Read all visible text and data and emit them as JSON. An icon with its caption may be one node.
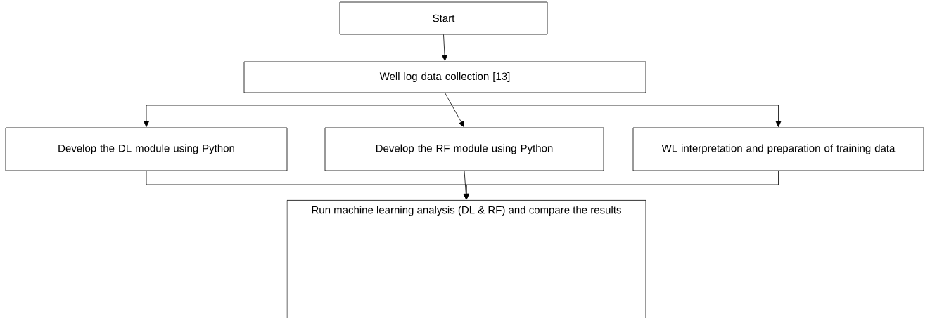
{
  "diagram": {
    "nodes": [
      {
        "text": [
          "Start"
        ]
      },
      {
        "text": [
          "Well log data collection [13]"
        ]
      },
      {
        "text": [
          "Develop the DL module using Python"
        ]
      },
      {
        "text": [
          "Develop the RF module using Python"
        ]
      },
      {
        "text": [
          "WL interpretation and preparation of training data"
        ]
      },
      {
        "text": [
          "Run machine learning analysis (DL & RF) and compare the results"
        ]
      }
    ],
    "edges": [
      {
        "from": 0,
        "to": 1,
        "arrow": "to"
      },
      {
        "from": 1,
        "to": 2,
        "arrow": "to"
      },
      {
        "from": 1,
        "to": 3,
        "arrow": "to"
      },
      {
        "from": 1,
        "to": 4,
        "arrow": "to"
      },
      {
        "from": 2,
        "to": 5,
        "arrow": "to"
      },
      {
        "from": 3,
        "to": 5,
        "arrow": "to"
      },
      {
        "from": 4,
        "to": 5,
        "arrow": "to"
      }
    ]
  }
}
